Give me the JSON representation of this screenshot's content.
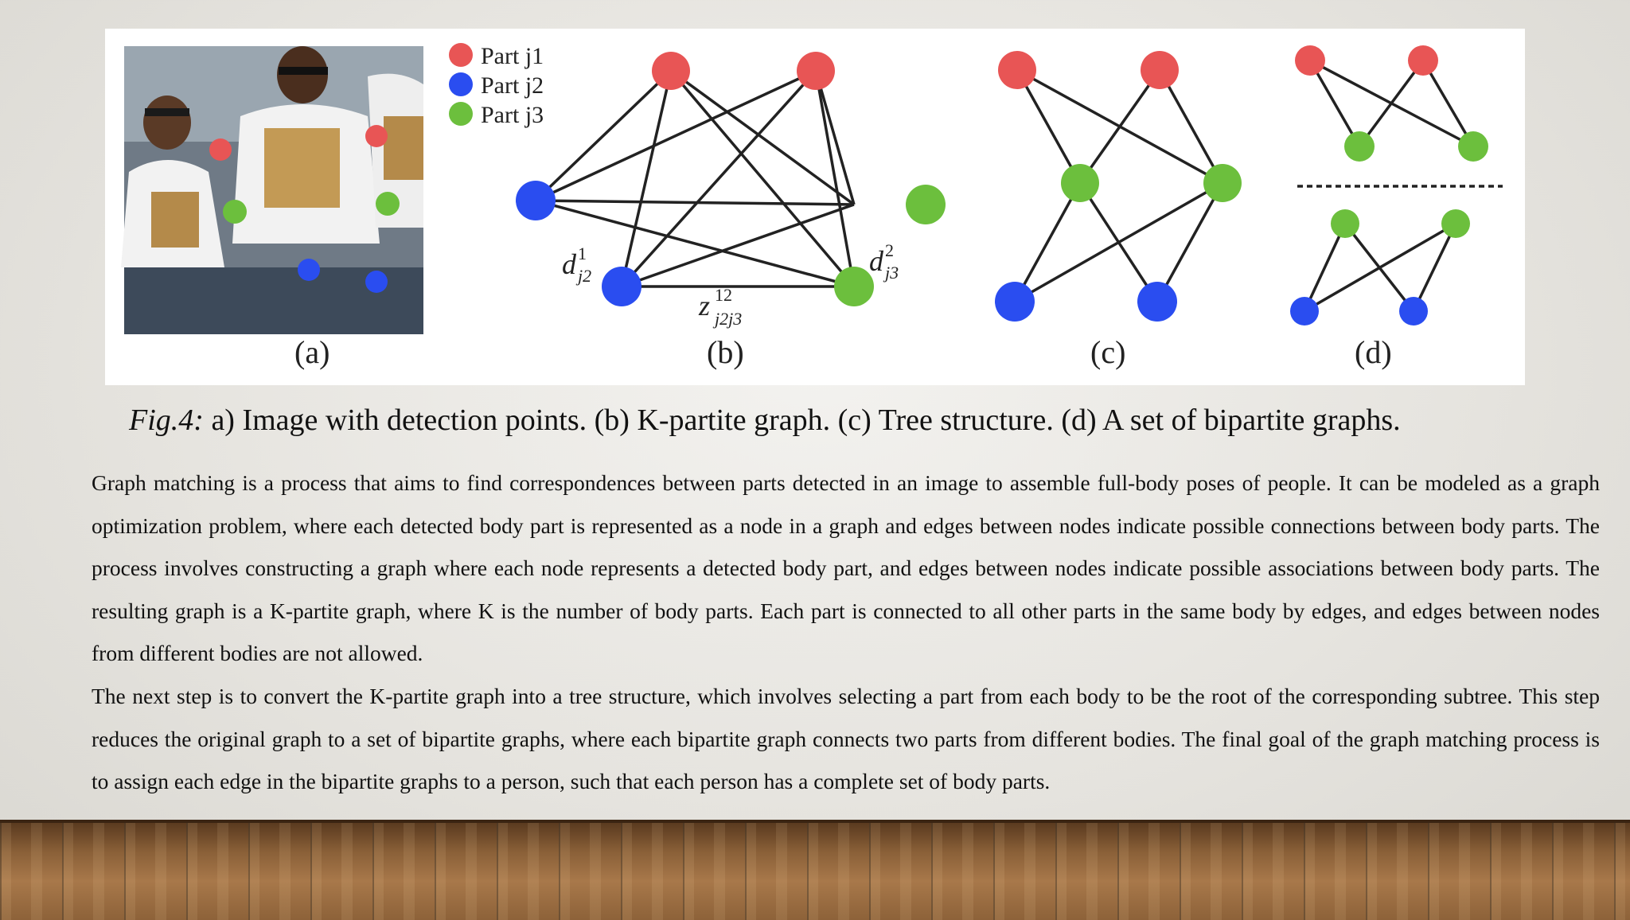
{
  "figure": {
    "legend": [
      {
        "label": "Part j1",
        "color": "#e85555"
      },
      {
        "label": "Part j2",
        "color": "#2a4df0"
      },
      {
        "label": "Part j3",
        "color": "#6cbf3d"
      }
    ],
    "panel_labels": {
      "a": "(a)",
      "b": "(b)",
      "c": "(c)",
      "d": "(d)"
    },
    "graph_b_labels": {
      "d1_main": "d",
      "d1_sup": "1",
      "d1_sub": "j2",
      "d2_main": "d",
      "d2_sup": "2",
      "d2_sub": "j3",
      "z_main": "z",
      "z_sup": "12",
      "z_sub": "j2j3"
    },
    "photo_description_icons": "photo-of-people-with-detection-points"
  },
  "caption": {
    "label": "Fig.4:",
    "text": " a) Image with detection points. (b) K-partite graph. (c) Tree structure. (d) A set of bipartite graphs."
  },
  "paragraphs": [
    "Graph matching is a process that aims to find correspondences between parts detected in an image to assemble full-body poses of people. It can be modeled as a graph optimization problem, where each detected body part is represented as a node in a graph and edges between nodes indicate possible connections between body parts. The process involves constructing a graph where each node represents a detected body part, and edges between nodes indicate possible associations between body parts. The resulting graph is a K-partite graph, where K is the number of body parts. Each part is connected to all other parts in the same body by edges, and edges between nodes from different bodies are not allowed.",
    "The next step is to convert the K-partite graph into a tree structure, which involves selecting a part from each body to be the root of the corresponding subtree. This step reduces the original graph to a set of bipartite graphs, where each bipartite graph connects two parts from different bodies. The final goal of the graph matching process is to assign each edge in the bipartite graphs to a person, such that each person has a complete set of body parts."
  ]
}
